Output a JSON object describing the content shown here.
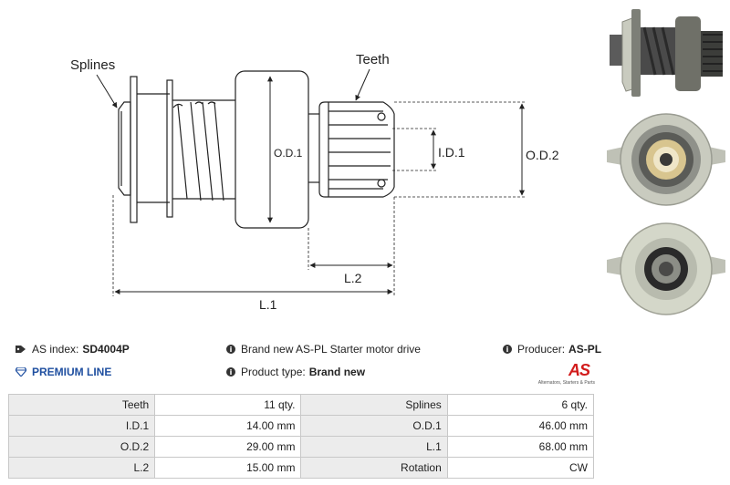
{
  "diagram": {
    "label_splines": "Splines",
    "label_teeth": "Teeth",
    "label_od1": "O.D.1",
    "label_id1": "I.D.1",
    "label_od2": "O.D.2",
    "label_l2": "L.2",
    "label_l1": "L.1"
  },
  "info": {
    "as_index_label": "AS index:",
    "as_index_value": "SD4004P",
    "premium_label": "PREMIUM LINE",
    "description": "Brand new AS-PL Starter motor drive",
    "product_type_label": "Product type:",
    "product_type_value": "Brand new",
    "producer_label": "Producer:",
    "producer_value": "AS-PL"
  },
  "logo": {
    "text": "AS",
    "tagline": "Alternators, Starters & Parts"
  },
  "specs": [
    [
      "Teeth",
      "11 qty.",
      "Splines",
      "6 qty."
    ],
    [
      "I.D.1",
      "14.00 mm",
      "O.D.1",
      "46.00 mm"
    ],
    [
      "O.D.2",
      "29.00 mm",
      "L.1",
      "68.00 mm"
    ],
    [
      "L.2",
      "15.00 mm",
      "Rotation",
      "CW"
    ]
  ],
  "colors": {
    "accent": "#1f4fa0",
    "logo_red": "#d21b1b",
    "table_label_bg": "#ececec",
    "table_border": "#c8c8c8"
  },
  "icons": {
    "as_index": "tag-icon",
    "premium": "diamond-icon",
    "info": "info-icon"
  }
}
